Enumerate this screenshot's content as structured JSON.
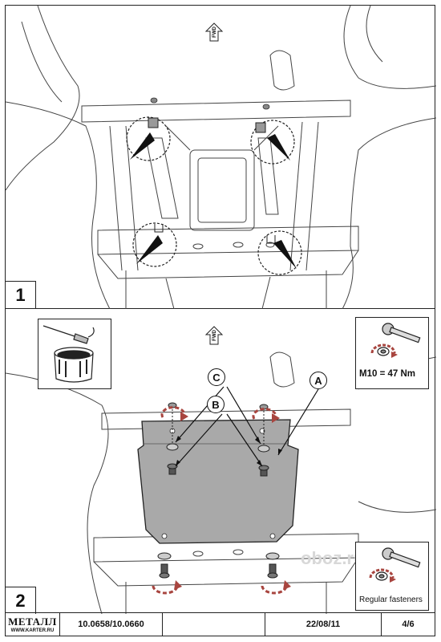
{
  "panels": [
    {
      "step": "1",
      "fwd_label": "FWD"
    },
    {
      "step": "2",
      "fwd_label": "FWD"
    }
  ],
  "callouts": {
    "a": "A",
    "b": "B",
    "c": "C"
  },
  "insets": {
    "torque_spec": "M10 = 47 Nm",
    "regular_fasteners": "Regular fasteners",
    "icons": [
      "grease-brush-icon",
      "torque-wrench-icon",
      "wrench-icon"
    ]
  },
  "watermark": "oboz.ru",
  "footer": {
    "logo_main": "МЕТАЛЛ",
    "logo_sub": "WWW.KARTER.RU",
    "part_numbers": "10.0658/10.0660",
    "blank": "",
    "date": "22/08/11",
    "page": "4/6"
  },
  "colors": {
    "arrow_red": "#a8453f",
    "plate_gray": "#a9a9a9",
    "line": "#333333"
  }
}
